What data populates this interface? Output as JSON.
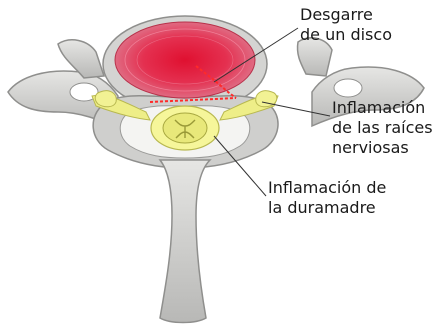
{
  "labels": {
    "disc_tear": {
      "line1": "Desgarre",
      "line2": "de un disco"
    },
    "nerve_root_inflammation": {
      "line1": "Inflamación",
      "line2": "de las raíces",
      "line3": "nerviosas"
    },
    "dura_inflammation": {
      "line1": "Inflamación de",
      "line2": "la duramadre"
    }
  },
  "colors": {
    "bone": "#d8d8d6",
    "bone_shadow": "#9c9c9a",
    "disc_outer": "#e0506a",
    "disc_inner": "#e8203a",
    "nerve": "#f0f08a",
    "nerve_outline": "#c8c85a",
    "tear": "#ff2a2a"
  },
  "icons": {
    "vertebra": "vertebra-illustration",
    "disc": "intervertebral-disc",
    "spinal_cord": "spinal-cord"
  }
}
